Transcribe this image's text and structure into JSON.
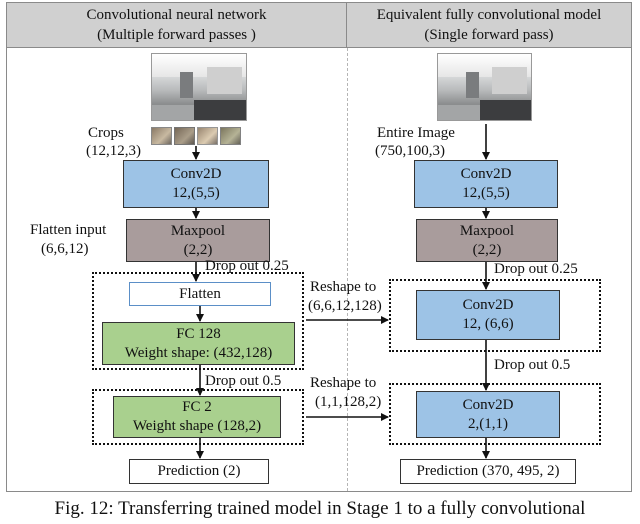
{
  "headers": {
    "left_title": "Convolutional neural network",
    "left_subtitle": "(Multiple forward passes )",
    "right_title": "Equivalent fully convolutional model",
    "right_subtitle": "(Single forward pass)"
  },
  "left": {
    "crops_label": "Crops",
    "crops_shape": "(12,12,3)",
    "conv_title": "Conv2D",
    "conv_params": "12,(5,5)",
    "flatten_input_label": "Flatten input",
    "flatten_input_shape": "(6,6,12)",
    "maxpool_title": "Maxpool",
    "maxpool_params": "(2,2)",
    "dropout1": "Drop out 0.25",
    "flatten": "Flatten",
    "fc1_title": "FC 128",
    "fc1_weights": "Weight shape: (432,128)",
    "dropout2": "Drop out 0.5",
    "fc2_title": "FC 2",
    "fc2_weights": "Weight shape (128,2)",
    "prediction": "Prediction (2)"
  },
  "middle": {
    "reshape1_label": "Reshape to",
    "reshape1_shape": "(6,6,12,128)",
    "reshape2_label": "Reshape to",
    "reshape2_shape": "(1,1,128,2)"
  },
  "right": {
    "image_label": "Entire Image",
    "image_shape": "(750,100,3)",
    "conv1_title": "Conv2D",
    "conv1_params": "12,(5,5)",
    "maxpool_title": "Maxpool",
    "maxpool_params": "(2,2)",
    "dropout1": "Drop out 0.25",
    "conv2_title": "Conv2D",
    "conv2_params": "12, (6,6)",
    "dropout2": "Drop out 0.5",
    "conv3_title": "Conv2D",
    "conv3_params": "2,(1,1)",
    "prediction": "Prediction (370, 495, 2)"
  },
  "caption": "Fig. 12: Transferring trained model in Stage 1 to a fully convolutional",
  "colors": {
    "conv": "#9dc3e6",
    "maxpool": "#a99c9c",
    "fc": "#a9d08e",
    "header": "#d0d0d0"
  }
}
